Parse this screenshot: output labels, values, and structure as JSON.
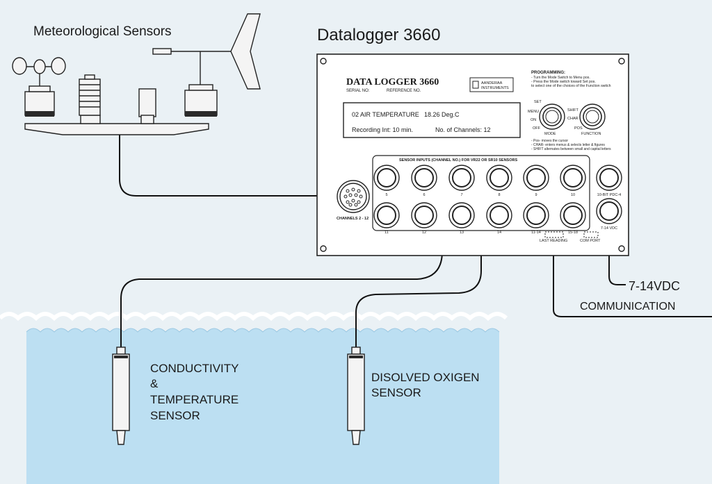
{
  "labels": {
    "met_sensors": "Meteorological Sensors",
    "datalogger_title": "Datalogger 3660",
    "vdc": "7-14VDC",
    "communication": "COMMUNICATION",
    "conductivity": [
      "CONDUCTIVITY",
      "&",
      "TEMPERATURE",
      "SENSOR"
    ],
    "oxygen": [
      "DISOLVED OXIGEN",
      "SENSOR"
    ]
  },
  "panel": {
    "brand": "DATA LOGGER 3660",
    "serial_label": "SERIAL NO:",
    "reference_label": "REFERENCE NO.",
    "maker": [
      "AANDERAA",
      "INSTRUMENTS"
    ],
    "display_line1_channel": "02 AIR TEMPERATURE",
    "display_line1_value": "18.26 Deg.C",
    "display_line2_interval": "Recording Int: 10 min.",
    "display_line2_channels": "No. of Channels: 12",
    "programming_title": "PROGRAMMING:",
    "programming_lines": [
      "- Turn the Mode Switch to Menu pos.",
      "- Press the Mode switch toward Set pos.",
      "  to select one of the choices of the Function switch"
    ],
    "mode_labels": {
      "set": "SET",
      "menu": "MENU",
      "on": "ON",
      "off": "OFF",
      "mode": "MODE"
    },
    "function_labels": {
      "shift": "SHIFT",
      "char": "CHAR",
      "pos": "POS",
      "function": "FUNCTION"
    },
    "notes": [
      "- Pos- moves the cursor",
      "- CHAR- enters menus & selects letter & figures",
      "- SHIFT alternates between small and capital letters"
    ],
    "sensor_inputs_header": "SENSOR INPUTS (CHANNEL NO.) FOR VR22 OR SR10 SENSORS",
    "top_row": [
      "5",
      "6",
      "7",
      "8",
      "9",
      "10"
    ],
    "bottom_row": [
      "11",
      "12",
      "13",
      "14",
      "11-14",
      "15-18"
    ],
    "right_top": "10-BIT PDC-4",
    "right_bottom": "7-14 VDC",
    "channels_connector": "CHANNELS 2 - 12",
    "last_reading": "LAST READING",
    "com_port": "COM PORT"
  },
  "colors": {
    "background": "#eaf1f5",
    "water": "#bcdff2",
    "panel": "#ffffff",
    "line": "#222222"
  }
}
